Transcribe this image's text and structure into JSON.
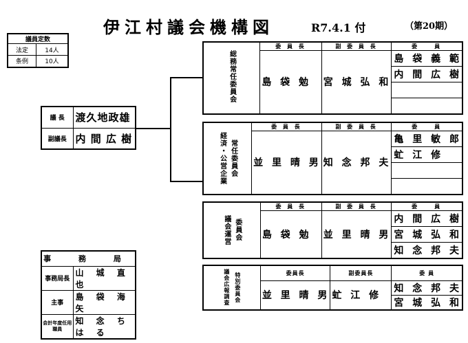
{
  "header": {
    "title": "伊江村議会機構図",
    "date": "R7.4.1 付",
    "period": "（第20期）"
  },
  "quota": {
    "title": "議員定数",
    "rows": [
      {
        "label": "法定",
        "value": "14人"
      },
      {
        "label": "条例",
        "value": "10人"
      }
    ]
  },
  "leadership": {
    "chair_label": "議 長",
    "chair_name": "渡久地政雄",
    "vice_label": "副議長",
    "vice_name": "内 間 広 樹"
  },
  "secretariat": {
    "title": "事 務 局",
    "rows": [
      {
        "label": "事務局長",
        "name": "山 城 直 也"
      },
      {
        "label": "主事",
        "name": "島 袋 海 矢"
      },
      {
        "label": "会計年度任用職員",
        "name": "知 念 ち は る"
      }
    ]
  },
  "committees": [
    {
      "label_cols": [
        "総務常任委員会"
      ],
      "h_chair": "委 員 長",
      "h_vice": "副 委 員 長",
      "h_members": "委　　員",
      "chair": "島 袋 勉",
      "vice": "宮 城 弘 和",
      "members": [
        "島 袋 義 範",
        "内 間 広 樹",
        "",
        ""
      ]
    },
    {
      "label_cols": [
        "常任委員会",
        "経済・公営企業"
      ],
      "h_chair": "委 員 長",
      "h_vice": "副 委 員 長",
      "h_members": "委　　員",
      "chair": "並 里 晴 男",
      "vice": "知 念 邦 夫",
      "members": [
        "亀 里 敏 郎",
        "虻 江 修",
        "",
        ""
      ]
    },
    {
      "label_cols": [
        "委員会",
        "議会運営"
      ],
      "h_chair": "委 員 長",
      "h_vice": "副 委 員 長",
      "h_members": "委　　員",
      "chair": "島 袋 勉",
      "vice": "並 里 晴 男",
      "members": [
        "内 間 広 樹",
        "宮 城 弘 和",
        "知 念 邦 夫"
      ]
    },
    {
      "label_cols": [
        "特別委員会",
        "議会広報調査"
      ],
      "h_chair": "委員長",
      "h_vice": "副委員長",
      "h_members": "委 員",
      "chair": "並 里 晴 男",
      "vice": "虻 江 修",
      "members": [
        "知 念 邦 夫",
        "宮 城 弘 和"
      ]
    }
  ]
}
